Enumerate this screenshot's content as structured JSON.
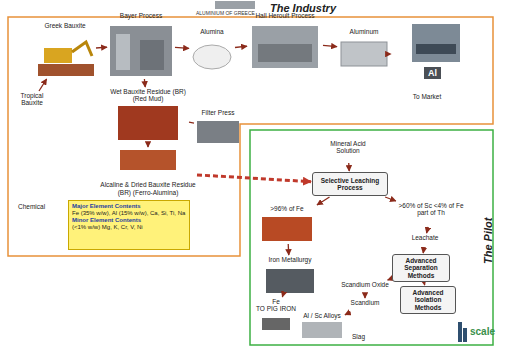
{
  "diagram": {
    "title": "The Industry",
    "nodes": [
      {
        "text": [
          "Greek Bauxite"
        ]
      },
      {
        "text": [
          "Bayer Process"
        ]
      },
      {
        "text": [
          "Alumina"
        ]
      },
      {
        "text": [
          "Hall Heroult Process"
        ]
      },
      {
        "text": [
          "Aluminum"
        ]
      },
      {
        "text": [
          "To Market"
        ]
      },
      {
        "text": [
          "Tropical Bauxite"
        ]
      },
      {
        "text": [
          "Wet Bauxite Residue (BR) (Red Mud)"
        ]
      },
      {
        "text": [
          "Filter Press"
        ]
      },
      {
        "text": [
          "Alcaline & Dried Bauxite Residue (BR) (Ferro-Alumina)"
        ]
      },
      {
        "text": [
          "Major Element Contents",
          "Fe (35% w/w), Al (15% w/w), Ca, Si, Ti, Na",
          "Minor Element Contents",
          "(<1% w/w) Mg, K, Cr, V, Ni"
        ]
      },
      {
        "text": [
          "Mineral Acid Solution"
        ]
      },
      {
        "text": [
          "Selective Leaching Process"
        ]
      },
      {
        "text": [
          ">96% of Fe"
        ]
      },
      {
        "text": [
          ">60% of Sc <4% of Fe part of Th"
        ]
      },
      {
        "text": [
          "Leachate"
        ]
      },
      {
        "text": [
          "Iron Metallurgy"
        ]
      },
      {
        "text": [
          "Advanced Separation Methods"
        ]
      },
      {
        "text": [
          "Scandium Oxide"
        ]
      },
      {
        "text": [
          "Advanced Isolation Methods"
        ]
      },
      {
        "text": [
          "Scandium"
        ]
      },
      {
        "text": [
          "Al / Sc Alloys"
        ]
      },
      {
        "text": [
          "Fe",
          "TO PIG IRON"
        ]
      }
    ],
    "edges": [
      {
        "from": 0,
        "to": 1,
        "arrow": "to"
      },
      {
        "from": 1,
        "to": 2,
        "arrow": "to"
      },
      {
        "from": 2,
        "to": 3,
        "arrow": "to"
      },
      {
        "from": 3,
        "to": 4,
        "arrow": "to"
      },
      {
        "from": 4,
        "to": 5,
        "arrow": "to"
      },
      {
        "from": 6,
        "to": 0,
        "arrow": "to"
      },
      {
        "from": 1,
        "to": 7,
        "arrow": "to"
      },
      {
        "from": 7,
        "to": 8,
        "arrow": "none"
      },
      {
        "from": 7,
        "to": 9,
        "arrow": "to"
      },
      {
        "from": 9,
        "to": 12,
        "arrow": "to"
      },
      {
        "from": 11,
        "to": 12,
        "arrow": "to"
      },
      {
        "from": 12,
        "to": 13,
        "arrow": "to"
      },
      {
        "from": 12,
        "to": 14,
        "arrow": "to"
      },
      {
        "from": 13,
        "to": 16,
        "arrow": "to"
      },
      {
        "from": 14,
        "to": 15,
        "arrow": "to"
      },
      {
        "from": 15,
        "to": 17,
        "arrow": "to"
      },
      {
        "from": 17,
        "to": 18,
        "arrow": "to"
      },
      {
        "from": 17,
        "to": 19,
        "arrow": "to"
      },
      {
        "from": 18,
        "to": 20,
        "arrow": "to"
      },
      {
        "from": 20,
        "to": 21,
        "arrow": "to"
      },
      {
        "from": 16,
        "to": 22,
        "arrow": "to"
      }
    ],
    "labels": [
      "ALUMINIUM OF GREECE",
      "Chemical",
      "The Pilot",
      "Al",
      "Slag",
      "scale"
    ]
  }
}
